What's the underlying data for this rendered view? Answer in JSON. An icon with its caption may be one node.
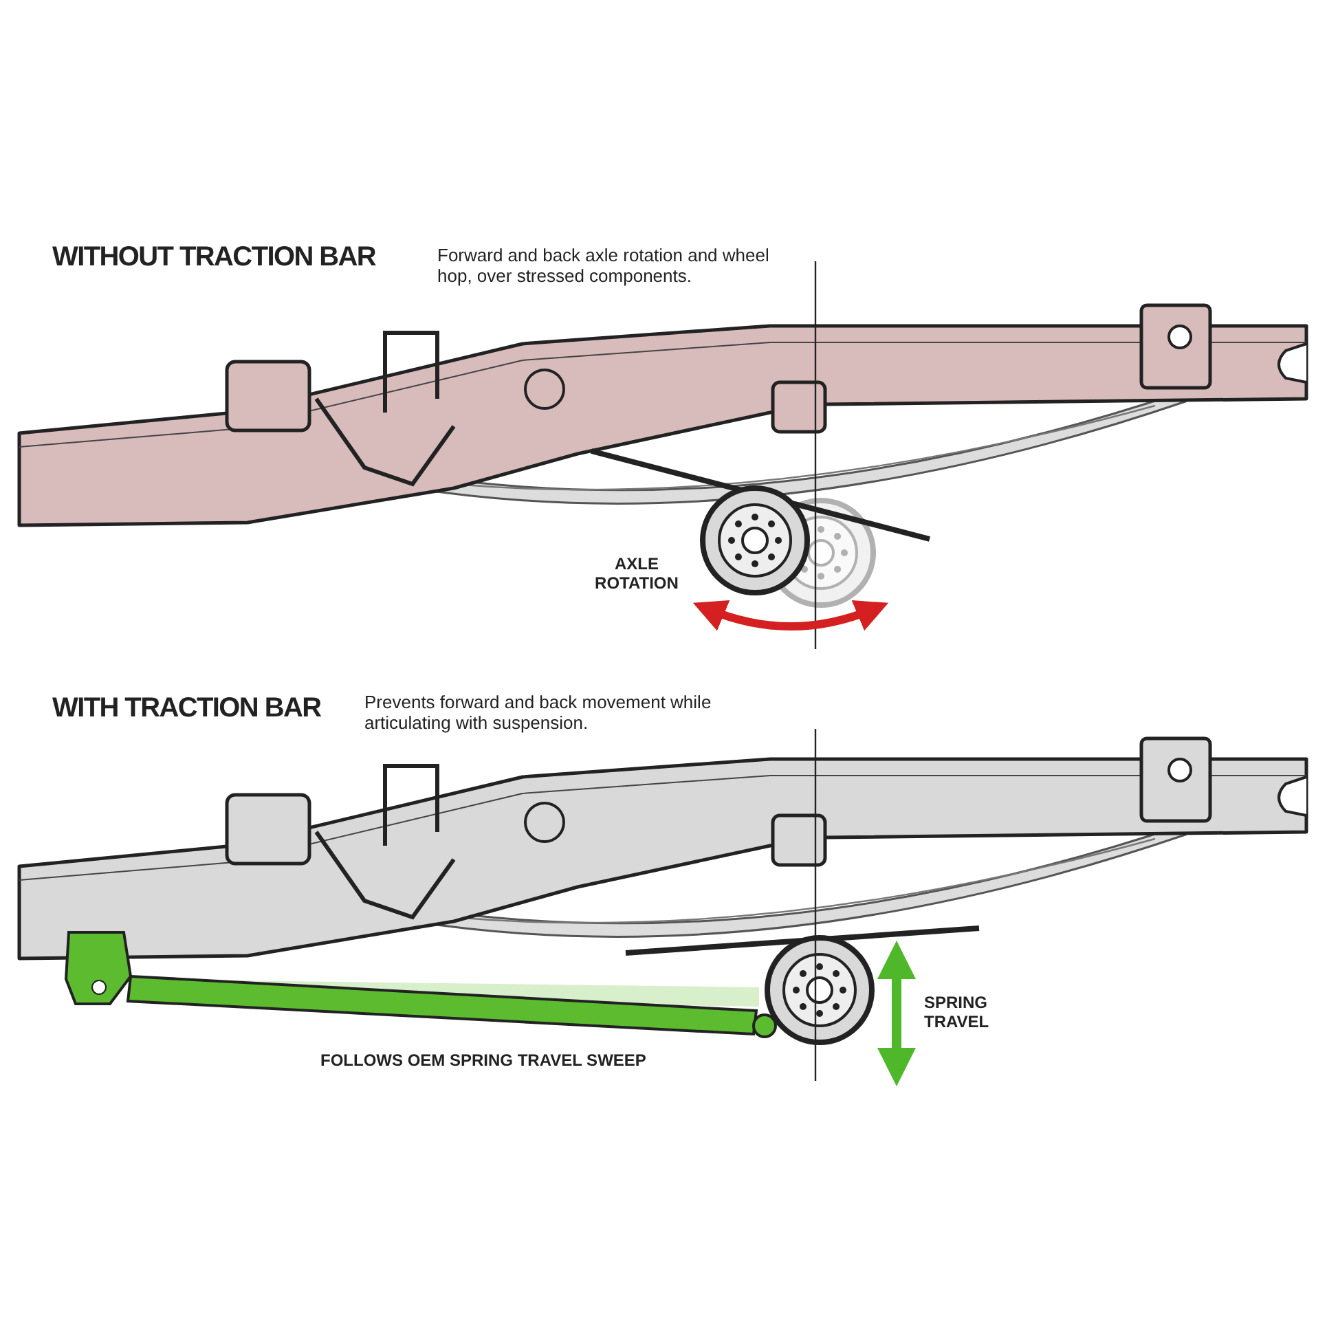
{
  "diagram": {
    "labels": [
      "WITHOUT TRACTION BAR",
      "Forward and back axle rotation and wheel hop, over stressed components.",
      "AXLE ROTATION",
      "WITH TRACTION BAR",
      "Prevents forward and back movement while articulating with suspension.",
      "SPRING TRAVEL",
      "FOLLOWS OEM SPRING TRAVEL SWEEP"
    ]
  }
}
